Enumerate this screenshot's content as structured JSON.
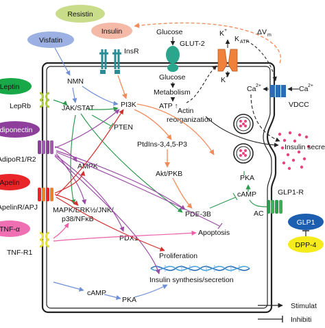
{
  "hormones": {
    "resistin": "Resistin",
    "insulin": "Insulin",
    "visfatin": "Visfatin",
    "leptin": "Leptin",
    "adiponectin": "Adiponectin",
    "apelin": "Apelin",
    "tnf": "TNF-α",
    "glp1": "GLP1",
    "dpp4": "DPP-4"
  },
  "receptors": {
    "insr": "InsR",
    "glut2": "GLUT-2",
    "leprb": "LepRb",
    "adipor": "AdipoR1/R2",
    "apelinr": "ApelinR/APJ",
    "tnfr": "TNF-R1",
    "vdcc": "VDCC",
    "glp1r": "GLP1-R",
    "katp": "K",
    "katp_sub": "ATP",
    "dvm": "ΔV",
    "dvm_sub": "m"
  },
  "nodes": {
    "glucose_out": "Glucose",
    "glucose_in": "Glucose",
    "metabolism": "Metabolism",
    "atp": "ATP ↑",
    "k_out": "K",
    "k_out_sup": "+",
    "k_in": "K",
    "k_in_sup": "+",
    "ca_in": "Ca",
    "ca_in_sup": "2+",
    "ca_out": "Ca",
    "ca_out_sup": "2+",
    "actin1": "Actin",
    "actin2": "reorganization",
    "nmn": "NMN",
    "jak_stat": "JAK/STAT",
    "pi3k": "PI3K",
    "pten": "PTEN",
    "ptdins": "PtdIns-3,4,5-P3",
    "akt": "Akt/PKB",
    "ampk": "AMPK",
    "pde3b": "PDE-3B",
    "pka_right": "PKA",
    "camp_right": "cAMP",
    "ac": "AC",
    "mapk1": "MAPK/ERK½/JNK/",
    "mapk2": "p38/NFκB",
    "pdx1": "PDX1",
    "apoptosis": "Apoptosis",
    "proliferation": "Proliferation",
    "insulin_synth": "Insulin synthesis/secretion",
    "camp_bottom": "cAMP",
    "pka_bottom": "PKA",
    "insulin_secretion": "Insulin secre"
  },
  "legend": {
    "stimulation": "Stimulat",
    "inhibition": "Inhibiti"
  },
  "colors": {
    "resistin": "#c9dc8a",
    "insulin": "#f4b9a7",
    "visfatin": "#9cb0e3",
    "leptin": "#18a848",
    "adiponectin": "#8e3f9c",
    "apelin": "#e8262a",
    "tnf": "#ee6fb2",
    "glp1": "#1c5fb0",
    "dpp4": "#f5ea1a",
    "cell_border": "#222222",
    "insr": "#2a8c95",
    "glut2": "#2ca58d",
    "katp": "#f0813a",
    "vdcc": "#2a6db5",
    "orange_arrow": "#f28a5a",
    "green_arrow": "#2e9a4e",
    "purple_arrow": "#9b4aa6",
    "red_arrow": "#d62d2d",
    "pink_arrow": "#ea5fa8",
    "blue_arrow": "#6f8fd6",
    "granule": "#e8437f"
  }
}
